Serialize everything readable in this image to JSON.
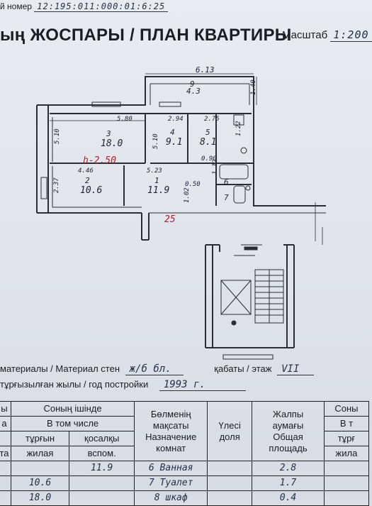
{
  "header": {
    "prefix": "й номер",
    "number": "12:195:011:000:01:6:25"
  },
  "title": "ың ЖОСПАРЫ / ПЛАН КВАРТИРЫ",
  "scale": {
    "label": "Масштаб",
    "value": "1:200"
  },
  "plan": {
    "balcony": {
      "number": "9",
      "area": "4.3",
      "width": "6.13",
      "depth": "1.40"
    },
    "rooms": [
      {
        "number": "3",
        "area": "18.0"
      },
      {
        "number": "4",
        "area": "9.1"
      },
      {
        "number": "5",
        "area": "8.1"
      },
      {
        "number": "2",
        "area": "10.6"
      },
      {
        "number": "1",
        "area": "11.9"
      },
      {
        "number": "6",
        "area": ""
      },
      {
        "number": "7",
        "area": ""
      }
    ],
    "dimensions": {
      "d580": "5.80",
      "d294": "2.94",
      "d275": "2.75",
      "d510a": "5.10",
      "d510b": "5.10",
      "d090": "0.90",
      "d122": "1.22",
      "d446": "4.46",
      "d523": "5.23",
      "d237": "2.37",
      "d050": "0.50",
      "d102": "1.02",
      "d112": "1.12"
    },
    "ceiling_height": "h-2.50",
    "apartment_number": "25"
  },
  "info": {
    "wall_label": "материалы / Материал стен",
    "wall_value": "ж/б бл.",
    "floor_label": "қабаты / этаж",
    "floor_value": "VII",
    "year_label": "тұрғызылған жылы / год постройки",
    "year_value": "1993 г."
  },
  "table": {
    "col_a": [
      "ы",
      "а",
      "та"
    ],
    "incl_kz": "Соның ішінде",
    "incl_ru": "В том числе",
    "living_kz": "тұрғын",
    "living_ru": "жилая",
    "aux_kz": "қосалқы",
    "aux_ru": "вспом.",
    "purpose_kz": "Бөлменің",
    "purpose_kz2": "мақсаты",
    "purpose_ru": "Назначение",
    "purpose_ru2": "комнат",
    "share_kz": "Үлесі",
    "share_ru": "доля",
    "total_kz": "Жалпы",
    "total_kz2": "аумағы",
    "total_ru": "Общая",
    "total_ru2": "площадь",
    "right_1": "Соны",
    "right_2": "В т",
    "right_3": "тұрғ",
    "right_4": "жила",
    "rows": [
      {
        "living": "",
        "aux": "11.9",
        "purpose": "6 Ванная",
        "total": "2.8"
      },
      {
        "living": "10.6",
        "aux": "",
        "purpose": "7 Туалет",
        "total": "1.7"
      },
      {
        "living": "18.0",
        "aux": "",
        "purpose": "8 шкаф",
        "total": "0.4"
      }
    ]
  }
}
